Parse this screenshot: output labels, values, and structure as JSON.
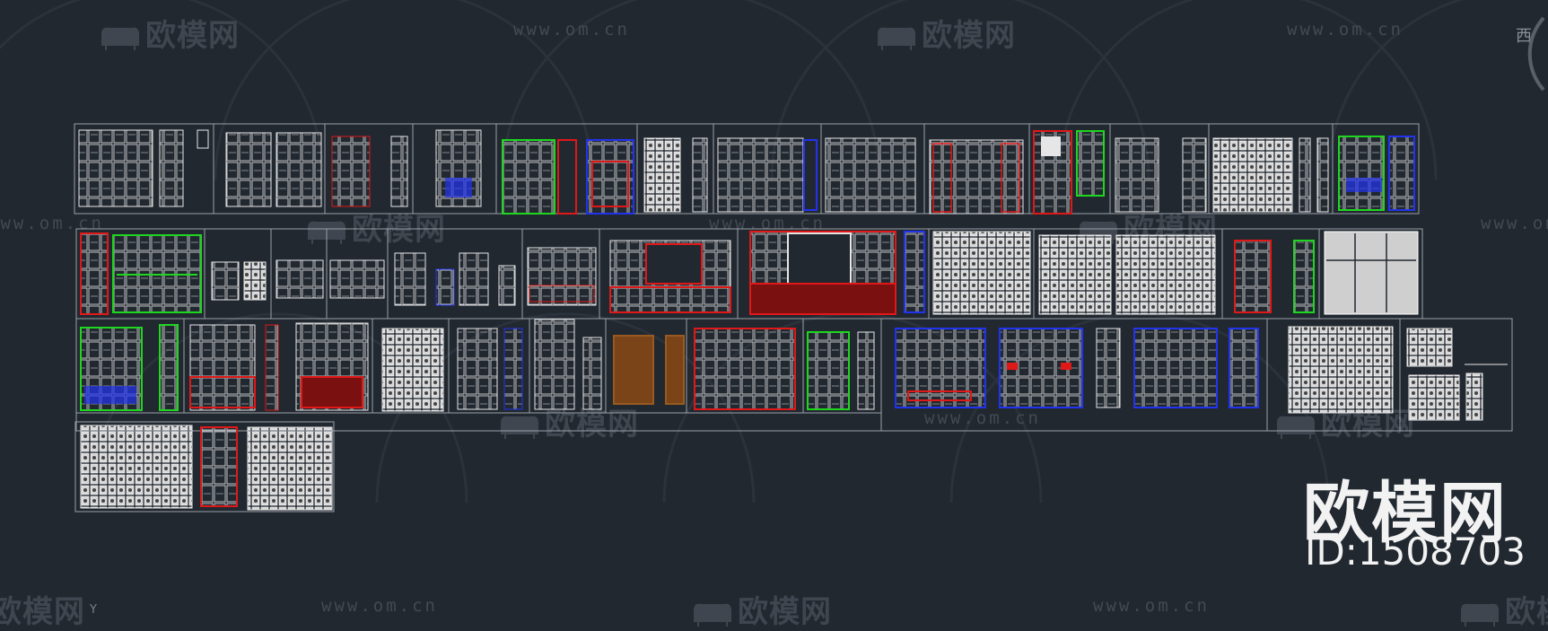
{
  "watermarks": {
    "logo_text": "欧模网",
    "url_text": "www.om.cn"
  },
  "corner_label": "西",
  "brand": {
    "name": "欧模网",
    "id_text": "ID:1508703"
  },
  "ucs_label": "Y",
  "colors": {
    "background": "#212830",
    "frame": "#9aa0a8",
    "line_white": "#e6e6e6",
    "line_red": "#e01818",
    "line_green": "#1fd61f",
    "line_blue": "#2233ee",
    "line_brown": "#9a5a20"
  }
}
